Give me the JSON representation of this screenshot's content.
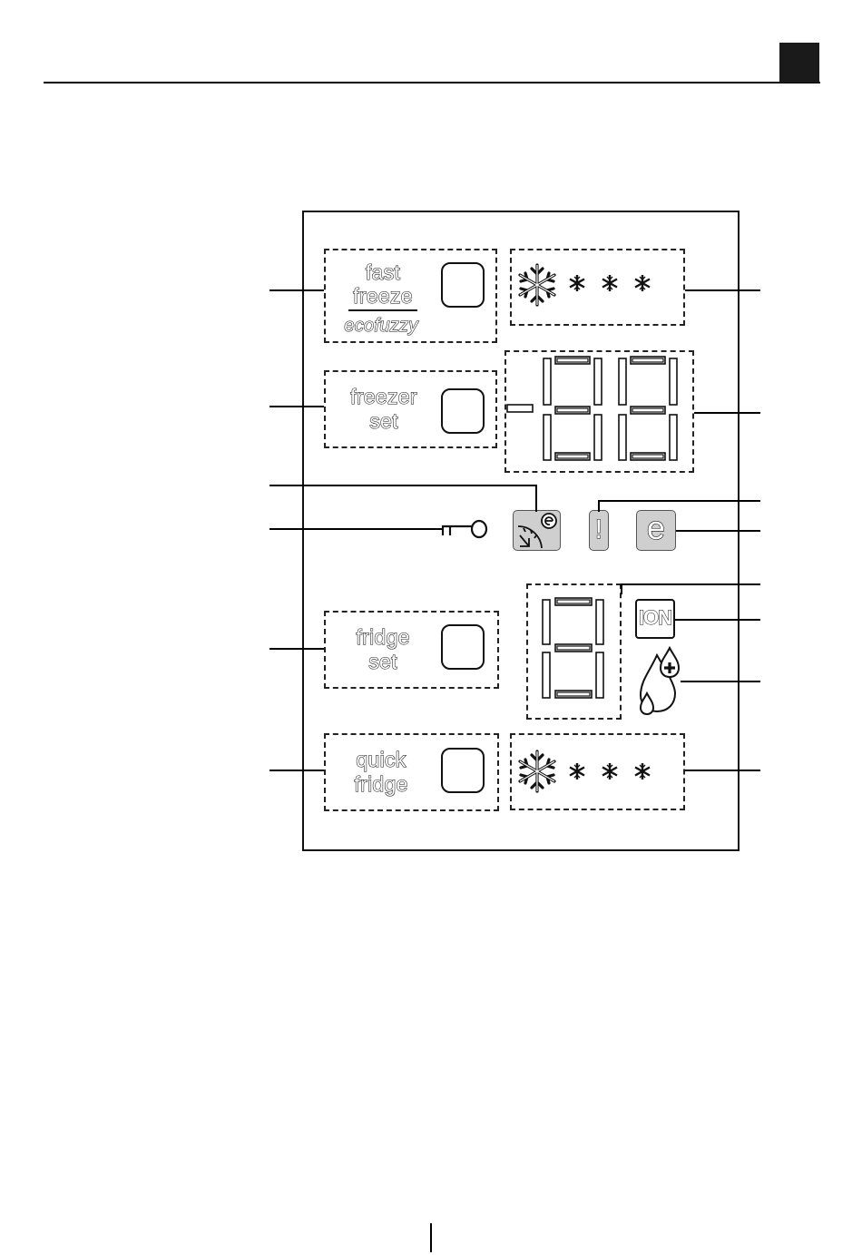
{
  "header": {
    "corner_block_color": "#1a1a1a"
  },
  "panel": {
    "fast_freeze": {
      "line1": "fast",
      "line2": "freeze",
      "line3": "ecofuzzy"
    },
    "freezer_set": {
      "line1": "freezer",
      "line2": "set"
    },
    "fridge_set": {
      "line1": "fridge",
      "line2": "set"
    },
    "quick_fridge": {
      "line1": "quick",
      "line2": "fridge"
    },
    "ion_label": "ION",
    "alarm_symbol": "!",
    "eco_symbol": "e"
  },
  "icons": [
    "snowflake-icon",
    "key-icon",
    "eco-fuzzy-gauge-icon",
    "alarm-icon",
    "eco-icon",
    "ion-icon",
    "water-drop-plus-icon"
  ]
}
